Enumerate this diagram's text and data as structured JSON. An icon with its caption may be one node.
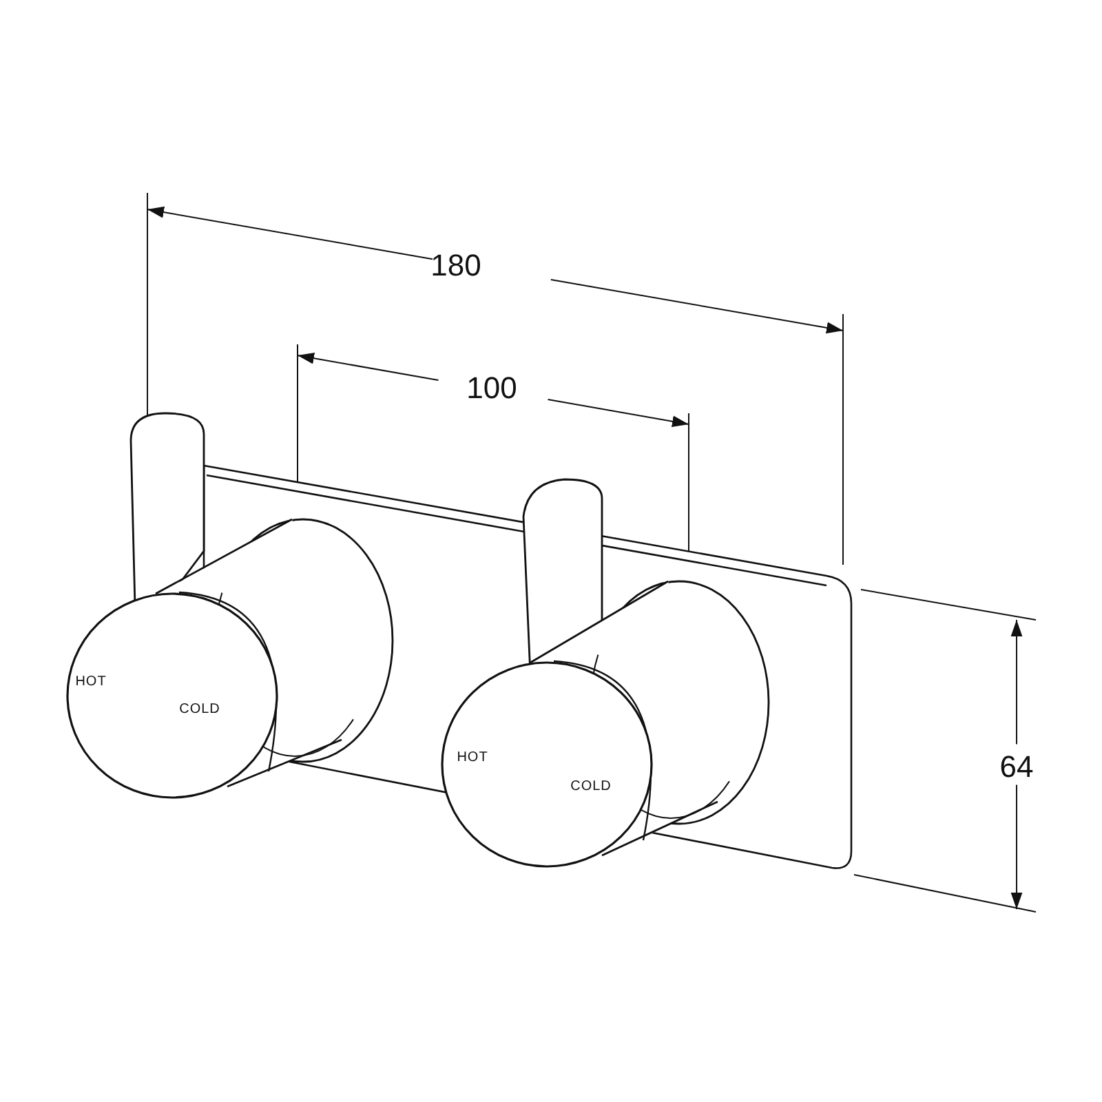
{
  "diagram": {
    "labels": [
      "180",
      "100",
      "HOT",
      "COLD",
      "HOT",
      "COLD",
      "64"
    ]
  }
}
